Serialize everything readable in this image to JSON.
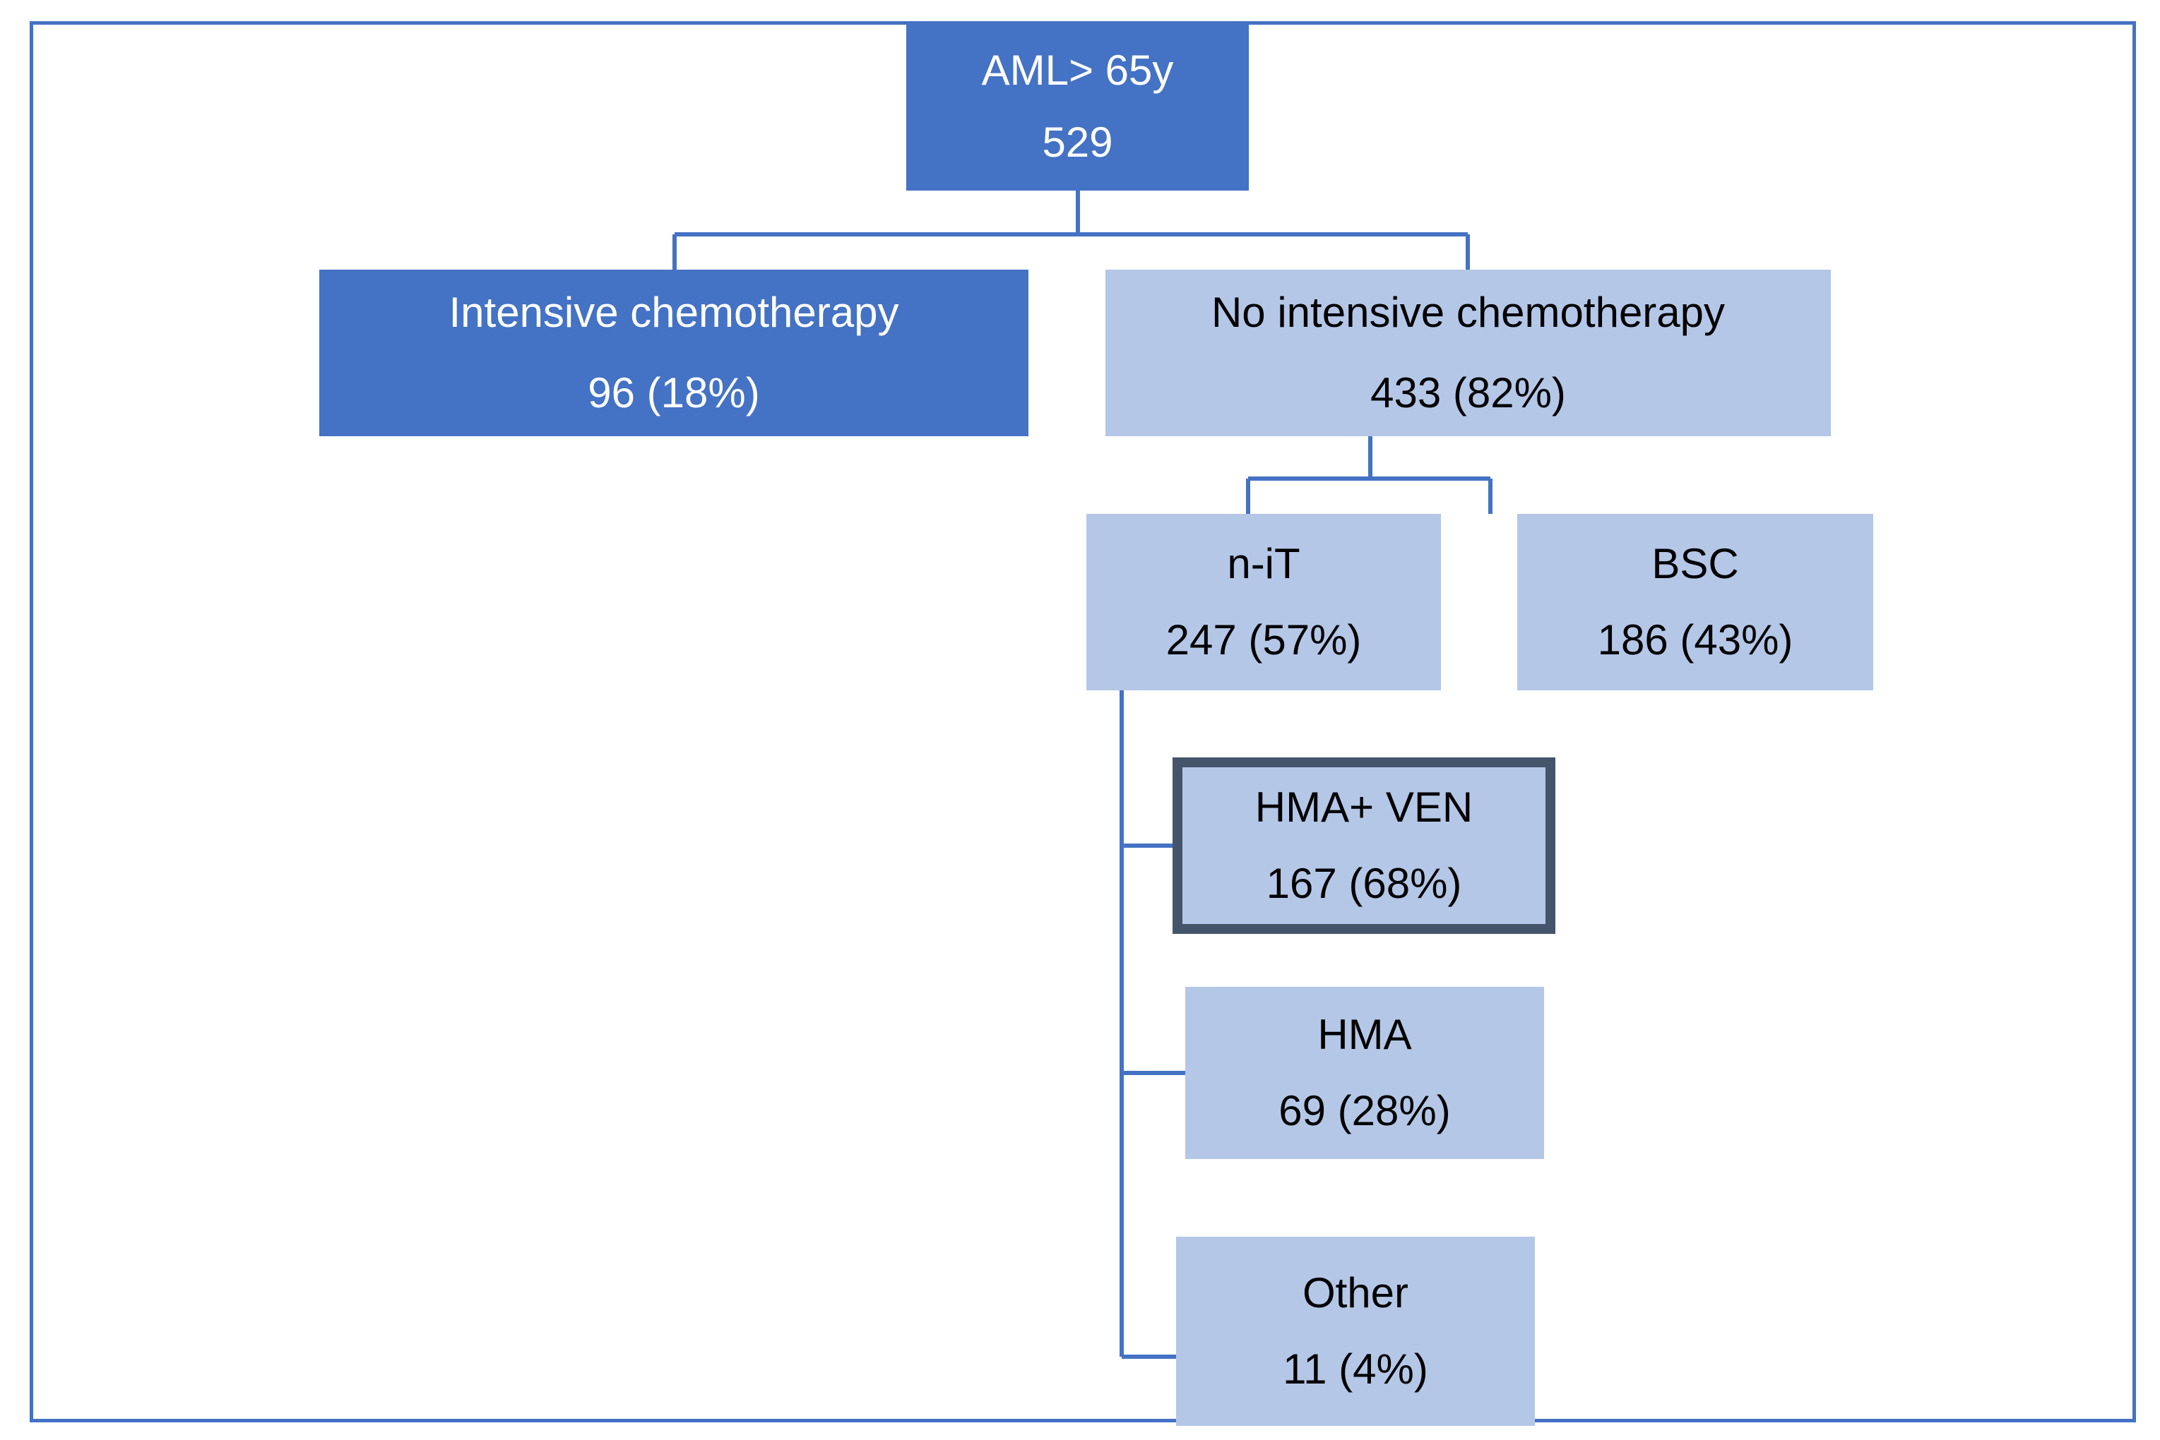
{
  "diagram": {
    "title": "AML treatment allocation flowchart",
    "colors": {
      "frame_border": "#4472C4",
      "fill_dark": "#4472C4",
      "fill_light": "#B4C7E7",
      "text_on_dark": "#FFFFFF",
      "text_on_light": "#000000",
      "highlight_border": "#44546A",
      "connector": "#4472C4"
    },
    "nodes": {
      "root": {
        "label": "AML> 65y",
        "count": "529"
      },
      "intensive": {
        "label": "Intensive chemotherapy",
        "count": "96 (18%)"
      },
      "no_intensive": {
        "label": "No intensive chemotherapy",
        "count": "433 (82%)"
      },
      "nit": {
        "label": "n-iT",
        "count": "247 (57%)"
      },
      "bsc": {
        "label": "BSC",
        "count": "186 (43%)"
      },
      "hma_ven": {
        "label": "HMA+ VEN",
        "count": "167 (68%)"
      },
      "hma": {
        "label": "HMA",
        "count": "69 (28%)"
      },
      "other": {
        "label": "Other",
        "count": "11 (4%)"
      }
    }
  }
}
